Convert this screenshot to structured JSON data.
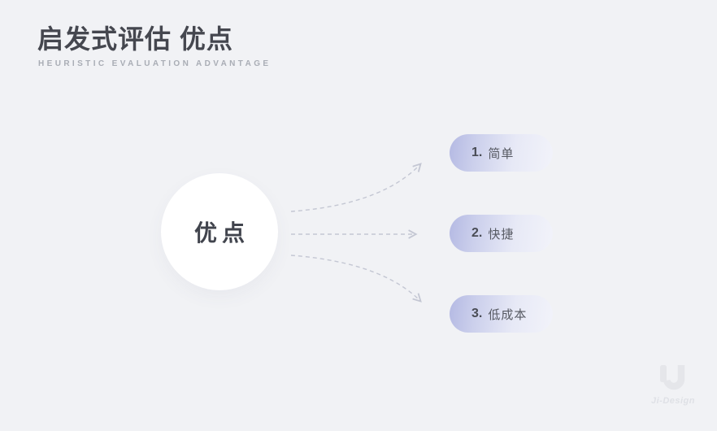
{
  "header": {
    "title": "启发式评估 优点",
    "subtitle": "HEURISTIC  EVALUATION  ADVANTAGE"
  },
  "diagram": {
    "center_label": "优点",
    "items": [
      {
        "number": "1.",
        "label": "简单"
      },
      {
        "number": "2.",
        "label": "快捷"
      },
      {
        "number": "3.",
        "label": "低成本"
      }
    ]
  },
  "watermark": {
    "text": "Ji-Design"
  },
  "colors": {
    "background": "#f1f2f5",
    "title_text": "#45474f",
    "subtitle_text": "#a9adb5",
    "circle_fill": "#ffffff",
    "circle_text": "#41444d",
    "pill_gradient_start": "#b4b9e3",
    "pill_gradient_end": "#f2f3fa",
    "pill_text": "#565962",
    "arrow_stroke": "#c4c7d3",
    "watermark_text": "#dfe1e6"
  }
}
